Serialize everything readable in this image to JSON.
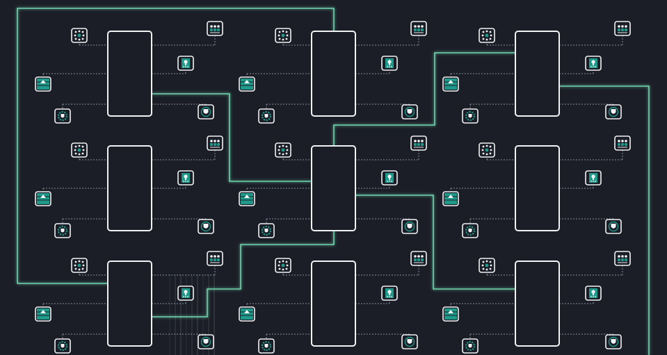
{
  "diagram": {
    "title": "",
    "colors": {
      "background": "#1b1e27",
      "panel_stroke": "#f2f3f5",
      "dotted_line": "#8a8f9a",
      "glow_line": "#7ff2c4",
      "icon_teal": "#1f9a8a",
      "icon_border": "#f2f3f5",
      "icon_dark": "#1b1e27"
    },
    "grid": {
      "rows": 3,
      "cols": 3
    },
    "node_icon_types": [
      "cluster-icon",
      "firewall-icon",
      "gear-shield-icon",
      "users-icon",
      "document-lock-icon",
      "shield-icon"
    ],
    "nodes": [
      {
        "id": "node-r1-c1",
        "row": 1,
        "col": 1
      },
      {
        "id": "node-r1-c2",
        "row": 1,
        "col": 2
      },
      {
        "id": "node-r1-c3",
        "row": 1,
        "col": 3
      },
      {
        "id": "node-r2-c1",
        "row": 2,
        "col": 1
      },
      {
        "id": "node-r2-c2",
        "row": 2,
        "col": 2
      },
      {
        "id": "node-r2-c3",
        "row": 2,
        "col": 3
      },
      {
        "id": "node-r3-c1",
        "row": 3,
        "col": 1
      },
      {
        "id": "node-r3-c2",
        "row": 3,
        "col": 2
      },
      {
        "id": "node-r3-c3",
        "row": 3,
        "col": 3
      }
    ],
    "glow_connections": [
      {
        "from": "node-r1-c1",
        "to": "node-r2-c2"
      },
      {
        "from": "node-r2-c2",
        "to": "node-r1-c3"
      },
      {
        "from": "node-r2-c2",
        "to": "node-r3-c1"
      },
      {
        "from": "node-r2-c2",
        "to": "node-r3-c3"
      },
      {
        "from": "node-r3-c1",
        "to": "node-r1-c2"
      },
      {
        "from": "node-r1-c3",
        "to": "exit-right"
      }
    ]
  }
}
